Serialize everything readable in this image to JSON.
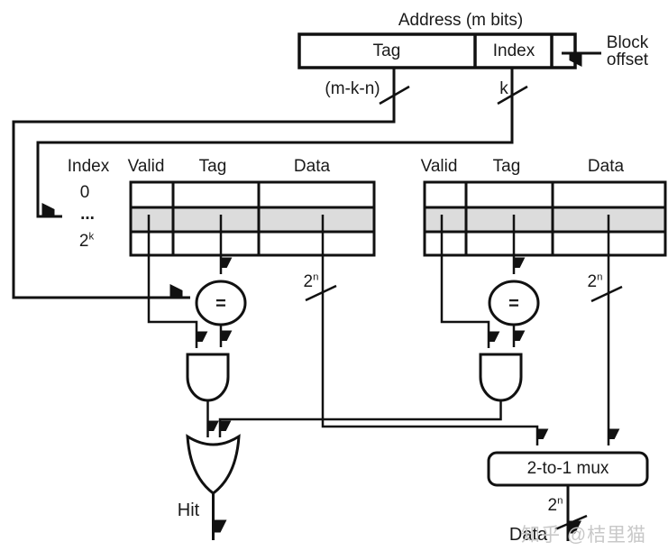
{
  "title": "Address (m bits)",
  "address_box": {
    "tag_field": "Tag",
    "index_field": "Index",
    "block_offset_line1": "Block",
    "block_offset_line2": "offset",
    "tag_width_label": "(m-k-n)",
    "index_width_label": "k"
  },
  "cache_tables": {
    "row_header": "Index",
    "row_first": "0",
    "row_middle": "...",
    "row_last_base": "2",
    "row_last_exp": "k",
    "left_columns": [
      "Valid",
      "Tag",
      "Data"
    ],
    "right_columns": [
      "Valid",
      "Tag",
      "Data"
    ]
  },
  "buses": {
    "data_width_base": "2",
    "data_width_exp": "n"
  },
  "comparator_symbol": "=",
  "mux_label": "2-to-1 mux",
  "outputs": {
    "hit": "Hit",
    "data": "Data"
  },
  "watermark": "知乎 @桔里猫",
  "colors": {
    "line": "#111111",
    "highlight_row": "#dcdcdc",
    "watermark": "#c8c8c8"
  }
}
